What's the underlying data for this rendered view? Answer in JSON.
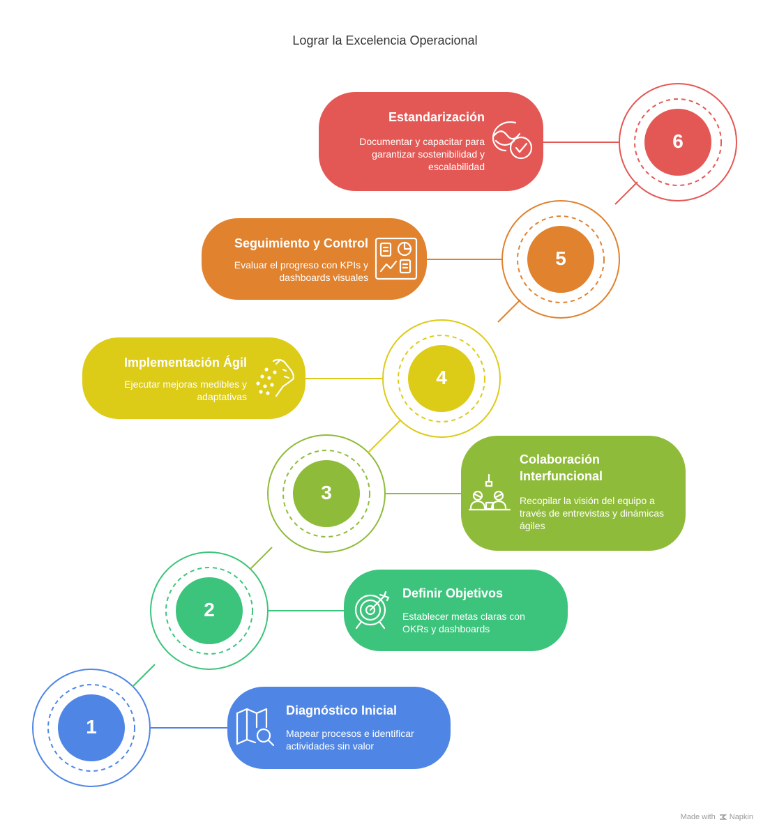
{
  "title": "Lograr la Excelencia Operacional",
  "steps": [
    {
      "number": "1",
      "title": "Diagnóstico Inicial",
      "description": "Mapear procesos e identificar actividades sin valor",
      "color": "#4f86e6",
      "icon": "map-search-icon"
    },
    {
      "number": "2",
      "title": "Definir Objetivos",
      "description": "Establecer metas claras con OKRs y dashboards",
      "color": "#3cc47c",
      "icon": "target-arrow-icon"
    },
    {
      "number": "3",
      "title": "Colaboración Interfuncional",
      "description": "Recopilar la visión del equipo a través de entrevistas y dinámicas ágiles",
      "color": "#8fbb3a",
      "icon": "team-meeting-icon"
    },
    {
      "number": "4",
      "title": "Implementación Ágil",
      "description": "Ejecutar mejoras medibles y adaptativas",
      "color": "#dccb17",
      "icon": "cheetah-icon"
    },
    {
      "number": "5",
      "title": "Seguimiento y Control",
      "description": "Evaluar el progreso con KPIs y dashboards visuales",
      "color": "#e0822e",
      "icon": "dashboard-icon"
    },
    {
      "number": "6",
      "title": "Estandarización",
      "description": "Documentar y capacitar para garantizar sostenibilidad y escalabilidad",
      "color": "#e35854",
      "icon": "documentation-check-icon"
    }
  ],
  "credit": {
    "label": "Made with",
    "brand": "Napkin"
  }
}
